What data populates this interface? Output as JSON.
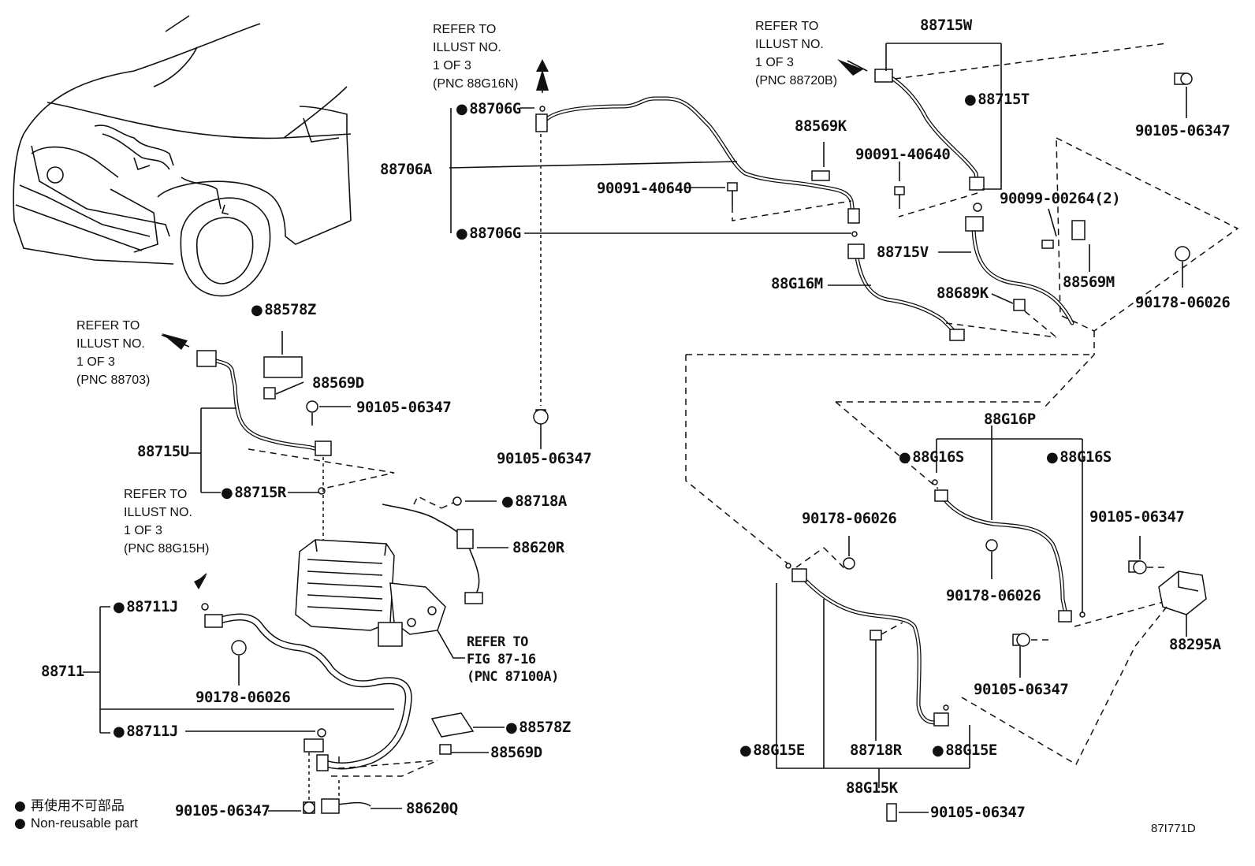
{
  "labels": {
    "l_88706G_top": "88706G",
    "l_88706A": "88706A",
    "l_88706G_bot": "88706G",
    "l_90091_a": "90091-40640",
    "l_88569K": "88569K",
    "l_90091_b": "90091-40640",
    "l_88715W": "88715W",
    "l_88715T": "88715T",
    "l_90105_tr": "90105-06347",
    "l_90099": "90099-00264(2)",
    "l_88715V": "88715V",
    "l_88569M": "88569M",
    "l_88G16M": "88G16M",
    "l_88689K": "88689K",
    "l_90178_r": "90178-06026",
    "l_88578Z_top": "88578Z",
    "l_88569D_top": "88569D",
    "l_90105_ml": "90105-06347",
    "l_88715U": "88715U",
    "l_88715R": "88715R",
    "l_90105_mid": "90105-06347",
    "l_88718A": "88718A",
    "l_88620R": "88620R",
    "l_88711J_top": "88711J",
    "l_88711": "88711",
    "l_90178_l": "90178-06026",
    "l_88711J_bot": "88711J",
    "l_88578Z_bot": "88578Z",
    "l_88569D_bot": "88569D",
    "l_90105_bl": "90105-06347",
    "l_88620Q": "88620Q",
    "l_88G16P": "88G16P",
    "l_88G16S_l": "88G16S",
    "l_88G16S_r": "88G16S",
    "l_90178_m1": "90178-06026",
    "l_90178_m2": "90178-06026",
    "l_90105_r1": "90105-06347",
    "l_88295A": "88295A",
    "l_90105_r2": "90105-06347",
    "l_88G15E_l": "88G15E",
    "l_88718R": "88718R",
    "l_88G15E_r": "88G15E",
    "l_88G15K": "88G15K",
    "l_90105_bot": "90105-06347"
  },
  "refer_notes": {
    "n1": [
      "REFER TO",
      "ILLUST NO.",
      "1 OF 3",
      "(PNC 88G16N)"
    ],
    "n2": [
      "REFER TO",
      "ILLUST NO.",
      "1 OF 3",
      "(PNC 88720B)"
    ],
    "n3": [
      "REFER TO",
      "ILLUST NO.",
      "1 OF 3",
      "(PNC 88703)"
    ],
    "n4": [
      "REFER TO",
      "ILLUST NO.",
      "1 OF 3",
      "(PNC 88G15H)"
    ],
    "n5": [
      "REFER  TO",
      "FIG 87-16",
      "(PNC 87100A)"
    ]
  },
  "legend": {
    "line1": "再使用不可部品",
    "line2": "Non-reusable part"
  },
  "figure_id": "87I771D"
}
